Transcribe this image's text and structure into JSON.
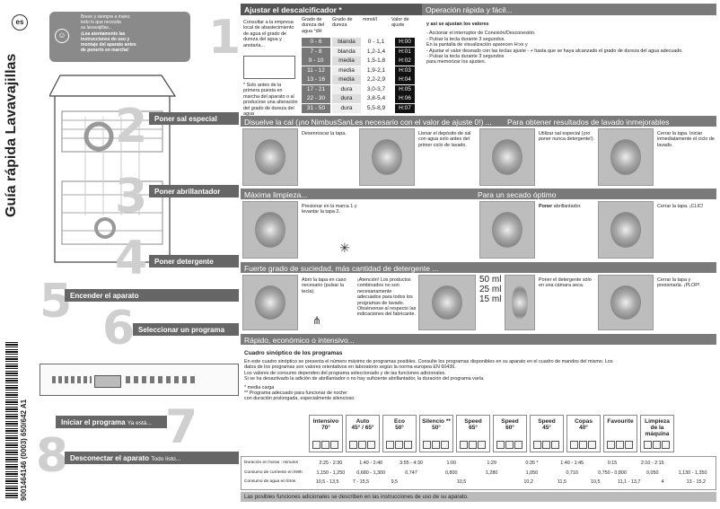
{
  "lang": "es",
  "side_title": "Guía rápida Lavavajillas",
  "barcode_text": "9001464146 (0003) 650/642 A1",
  "smiley_note": {
    "line1": "Breve y siempre a mano:",
    "line2": "todo lo que necesita",
    "line3": "su lavavajillas...",
    "bold1": "¡Lea atentamente las",
    "bold2": "instrucciones de uso y",
    "bold3": "montaje del aparato antes",
    "bold4": "de ponerlo en marcha!"
  },
  "steps": {
    "s1": "1",
    "s2": "2",
    "s3": "3",
    "s4": "4",
    "s5": "5",
    "s6": "6",
    "s7": "7",
    "s8": "8"
  },
  "labels": {
    "salt": "Poner sal especial",
    "rinse": "Poner abrillantador",
    "detergent": "Poner detergente",
    "power": "Encender el aparato",
    "program": "Seleccionar un programa",
    "start": "Iniciar el programa",
    "start_sub": "Ya está...",
    "off": "Desconectar el aparato",
    "off_sub": "Todo listo..."
  },
  "softener": {
    "title": "Ajustar el descalcificador *",
    "quick": "Operación rápida y fácil...",
    "consult": "Consultar a la empresa local de abastecimiento de agua el grado de dureza del agua y anotarla...",
    "note": "* Solo antes de la primera puesta en marcha del aparato o al producirse una alteración del grado de dureza del agua",
    "col1": "Grado de dureza del agua °dH",
    "col2": "Grado de dureza",
    "col3": "mmol/l",
    "col4": "Valor de ajuste",
    "rows": [
      {
        "dh": "0 - 6",
        "grade": "blanda",
        "mmol": "0 - 1,1",
        "val": "H:00"
      },
      {
        "dh": "7 - 8",
        "grade": "blanda",
        "mmol": "1,2-1,4",
        "val": "H:01"
      },
      {
        "dh": "9 - 10",
        "grade": "media",
        "mmol": "1,5-1,8",
        "val": "H:02"
      },
      {
        "dh": "11 - 12",
        "grade": "media",
        "mmol": "1,9-2,1",
        "val": "H:03"
      },
      {
        "dh": "13 - 16",
        "grade": "media",
        "mmol": "2,2-2,9",
        "val": "H:04"
      },
      {
        "dh": "17 - 21",
        "grade": "dura",
        "mmol": "3,0-3,7",
        "val": "H:05"
      },
      {
        "dh": "22 - 30",
        "grade": "dura",
        "mmol": "3,8-5,4",
        "val": "H:06"
      },
      {
        "dh": "31 - 50",
        "grade": "dura",
        "mmol": "5,5-8,9",
        "val": "H:07"
      }
    ],
    "how_title": "y así se ajustan los valores",
    "how1": "- Accionar el interruptor de Conexión/Desconexión.",
    "how2": "- Pulsar la tecla durante 3 segundos.",
    "how3": "En la pantalla de visualización aparecen H:xx y",
    "how4": "- Ajustar el valor deseado con las teclas ajuste - + hasta que se haya alcanzado el grado de dureza del agua adecuado.",
    "how5": "- Pulsar la tecla durante 3 segundos",
    "how6": "para memorizar los ajustes."
  },
  "salt": {
    "header": "Disuelve la cal (¡no NimbusSanLes necesario con el valor de ajuste 0!) ...",
    "header2": "Para obtener resultados de lavado inmejorables",
    "a": "Desenroscar la tapa.",
    "b": "Llenar el depósito de sal con agua solo antes del primer ciclo de lavado.",
    "c": "Utilizar sal especial (¡no poner nunca detergente!).",
    "d": "Cerrar la tapa. Iniciar inmediatamente el ciclo de lavado."
  },
  "rinse": {
    "header": "Máxima limpieza...",
    "header2": "Para un secado óptimo",
    "a": "Presionar en la marca 1 y levantar la tapa 2.",
    "b_bold": "Poner",
    "b": "abrillantador.",
    "c": "Cerrar la tapa. ¡CLIC!"
  },
  "detergent": {
    "header": "Fuerte grado de suciedad, más cantidad de detergente ...",
    "a": "Abrir la tapa en caso necesario (pulsar la tecla).",
    "b": "¡Atención! Los productos combinados no son necesariamente adecuados para todos los programas de lavado. Obsérvense al respecto las indicaciones del fabricante.",
    "ml50": "50 ml",
    "ml25": "25 ml",
    "ml15": "15 ml",
    "c": "Poner el detergente sólo en una cámara seca.",
    "d": "Cerrar la tapa y presionarla. ¡PLOP!"
  },
  "programs": {
    "header": "Rápido, económico o intensivo...",
    "title": "Cuadro sinóptico de los programas",
    "p1": "En este cuadro sinóptico se presenta el número máximo de programas posibles. Consulte los programas disponibles en su aparato en el cuadro de mandos del mismo. Los datos de los programas son valores orientativos en laboratorio según la norma europea EN 60436.",
    "p2": "Los valores de consumo dependen del programa seleccionado y de las funciones adicionales.",
    "p3": "Si se ha desactivado la adición de abrillantador o no hay suficiente abrillantador, la duración del programa varía.",
    "n1": "* media carga",
    "n2": "** Programa adecuado para funcionar de noche:",
    "n3": "con duración prolongada, especialmente silencioso.",
    "list": [
      {
        "name": "Intensivo",
        "temp": "70°"
      },
      {
        "name": "Auto",
        "temp": "45° / 65°"
      },
      {
        "name": "Eco",
        "temp": "50°"
      },
      {
        "name": "Silencio **",
        "temp": "50°"
      },
      {
        "name": "Speed",
        "temp": "65°"
      },
      {
        "name": "Speed",
        "temp": "60°"
      },
      {
        "name": "Speed",
        "temp": "45°"
      },
      {
        "name": "Copas",
        "temp": "40°"
      },
      {
        "name": "Favourite",
        "temp": ""
      },
      {
        "name": "Limpieza de la máquina",
        "temp": ""
      }
    ],
    "row_labels": [
      "Duración en horas : minutos",
      "Consumo de corriente en kWh",
      "Consumo de agua en litros"
    ],
    "duration": [
      "2:25 - 2:30",
      "1:40 - 2:40",
      "3:55 - 4:30",
      "1:00",
      "1:29",
      "0:35 *",
      "1:40 - 1:45",
      "0:15",
      "2:10 - 2:15",
      ""
    ],
    "energy": [
      "1,150 - 1,250",
      "0,680 - 1,300",
      "0,747",
      "0,800",
      "1,280",
      "1,050",
      "0,710",
      "0,750 - 0,800",
      "0,050",
      "1,130 - 1,350"
    ],
    "water": [
      "10,5 - 13,5",
      "7 - 15,5",
      "9,5",
      "",
      "10,5",
      "",
      "10,2",
      "11,5",
      "10,5",
      "11,1 - 13,7",
      "4",
      "13 - 15,2"
    ],
    "footer": "Las posibles funciones adicionales se describen en las instrucciones de uso de su aparato."
  }
}
